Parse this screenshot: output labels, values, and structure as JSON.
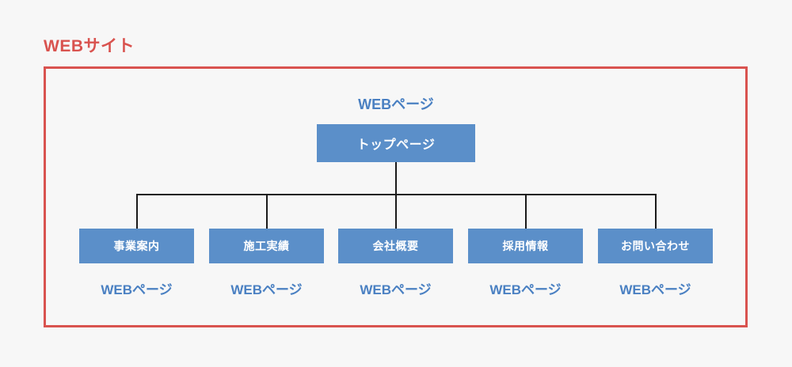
{
  "diagram": {
    "title": "WEBサイト",
    "type": "site-structure-tree",
    "colors": {
      "frame": "#d9534f",
      "title_text": "#d9534f",
      "node_fill": "#5b8fc9",
      "node_text": "#ffffff",
      "caption_text": "#4a80c2",
      "connector": "#1a1a1a",
      "background": "#f7f7f7"
    },
    "root": {
      "caption": "WEBページ",
      "label": "トップページ"
    },
    "children": [
      {
        "label": "事業案内",
        "caption": "WEBページ"
      },
      {
        "label": "施工実績",
        "caption": "WEBページ"
      },
      {
        "label": "会社概要",
        "caption": "WEBページ"
      },
      {
        "label": "採用情報",
        "caption": "WEBページ"
      },
      {
        "label": "お問い合わせ",
        "caption": "WEBページ"
      }
    ]
  }
}
